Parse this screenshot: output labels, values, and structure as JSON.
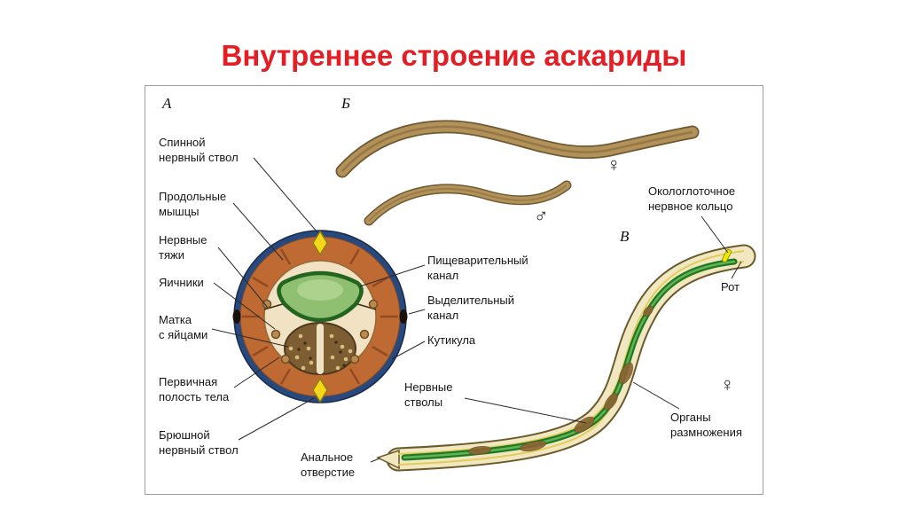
{
  "title": "Внутреннее строение аскариды",
  "colors": {
    "title_red": "#e31e24",
    "cuticle_blue": "#27497e",
    "muscle_orange": "#bf6a33",
    "digestive_green": "#8fbf70",
    "nerve_yellow": "#f4d71c"
  },
  "panel": {
    "letters": {
      "a": "А",
      "b": "Б",
      "v": "В"
    },
    "symbols": {
      "female_top": "♀",
      "male": "♂",
      "female_bottom": "♀"
    },
    "labels": {
      "dorsal_nerve_trunk": "Спинной\nнервный ствол",
      "longitudinal_muscles": "Продольные\nмышцы",
      "nerve_cords": "Нервные\nтяжи",
      "ovaries": "Яичники",
      "uterus_with_eggs": "Матка\nс яйцами",
      "primary_body_cavity": "Первичная\nполость тела",
      "ventral_nerve_trunk": "Брюшной\nнервный ствол",
      "digestive_canal": "Пищеварительный\nканал",
      "excretory_canal": "Выделительный\nканал",
      "cuticle": "Кутикула",
      "nerve_trunks": "Нервные\nстволы",
      "anal_opening": "Анальное\nотверстие",
      "peripharyngeal_nerve_ring": "Окологлоточное\nнервное кольцо",
      "mouth": "Рот",
      "reproductive_organs": "Органы\nразмножения"
    }
  }
}
